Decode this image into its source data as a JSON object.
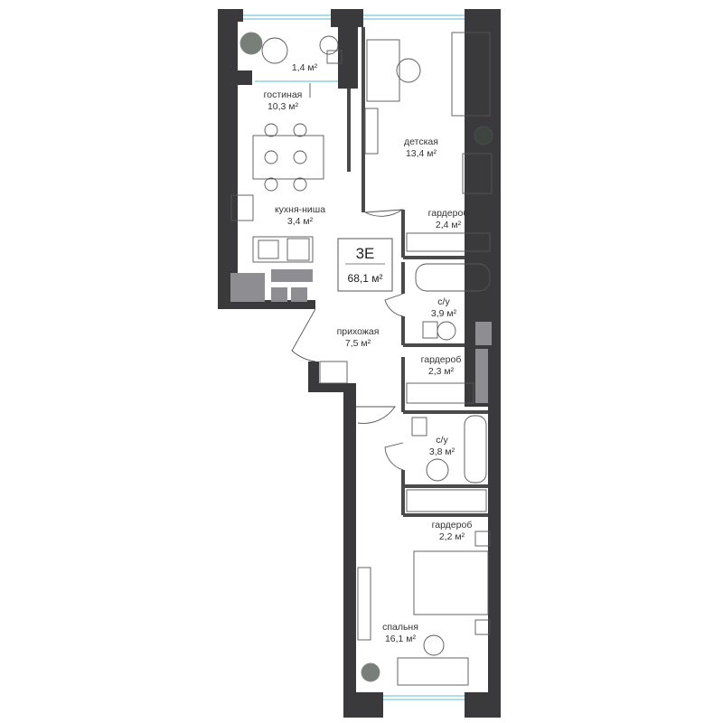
{
  "apartment": {
    "code": "3E",
    "total_area": "68,1 м²"
  },
  "rooms": [
    {
      "id": "balcony",
      "name": "",
      "area": "1,4 м²"
    },
    {
      "id": "living",
      "name": "гостиная",
      "area": "10,3 м²"
    },
    {
      "id": "kids",
      "name": "детская",
      "area": "13,4 м²"
    },
    {
      "id": "kitchen",
      "name": "кухня-ниша",
      "area": "3,4 м²"
    },
    {
      "id": "wardrobe1",
      "name": "гардероб",
      "area": "2,4 м²"
    },
    {
      "id": "bath1",
      "name": "с/у",
      "area": "3,9 м²"
    },
    {
      "id": "hall",
      "name": "прихожая",
      "area": "7,5 м²"
    },
    {
      "id": "wardrobe2",
      "name": "гардероб",
      "area": "2,3 м²"
    },
    {
      "id": "bath2",
      "name": "с/у",
      "area": "3,8 м²"
    },
    {
      "id": "wardrobe3",
      "name": "гардероб",
      "area": "2,2 м²"
    },
    {
      "id": "bedroom",
      "name": "спальня",
      "area": "16,1 м²"
    }
  ],
  "colors": {
    "wall": "#3a3a3c",
    "partition": "#4a4a4c",
    "line": "#555555",
    "text": "#333333",
    "window": "#8fd3e0",
    "appliance": "#8e8e92",
    "plant": "#3f4a3f"
  }
}
